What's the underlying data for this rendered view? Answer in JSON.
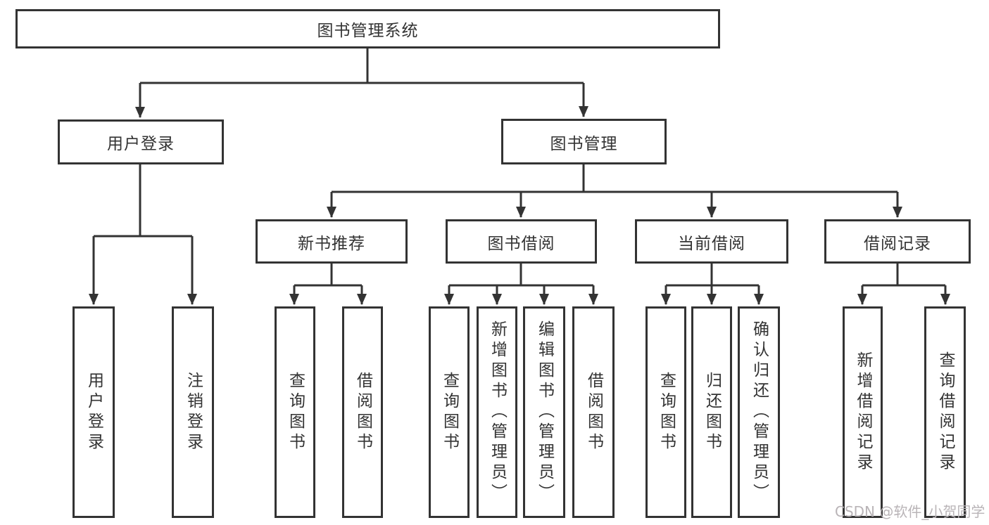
{
  "colors": {
    "line": "#333333",
    "box_border": "#333333",
    "box_background": "#ffffff",
    "text": "#333333",
    "watermark_text_color": "#b9b4b7"
  },
  "watermark": {
    "text": "CSDN @软件_小贺同学"
  },
  "tree": {
    "root": {
      "label": "图书管理系统",
      "children": [
        {
          "label": "用户登录",
          "children": [
            {
              "label": "用户登录"
            },
            {
              "label": "注销登录"
            }
          ]
        },
        {
          "label": "图书管理",
          "children": [
            {
              "label": "新书推荐",
              "children": [
                {
                  "label": "查询图书"
                },
                {
                  "label": "借阅图书"
                }
              ]
            },
            {
              "label": "图书借阅",
              "children": [
                {
                  "label": "查询图书"
                },
                {
                  "label": "新增图书（管理员）"
                },
                {
                  "label": "编辑图书（管理员）"
                },
                {
                  "label": "借阅图书"
                }
              ]
            },
            {
              "label": "当前借阅",
              "children": [
                {
                  "label": "查询图书"
                },
                {
                  "label": "归还图书"
                },
                {
                  "label": "确认归还（管理员）"
                }
              ]
            },
            {
              "label": "借阅记录",
              "children": [
                {
                  "label": "新增借阅记录"
                },
                {
                  "label": "查询借阅记录"
                }
              ]
            }
          ]
        }
      ]
    }
  }
}
